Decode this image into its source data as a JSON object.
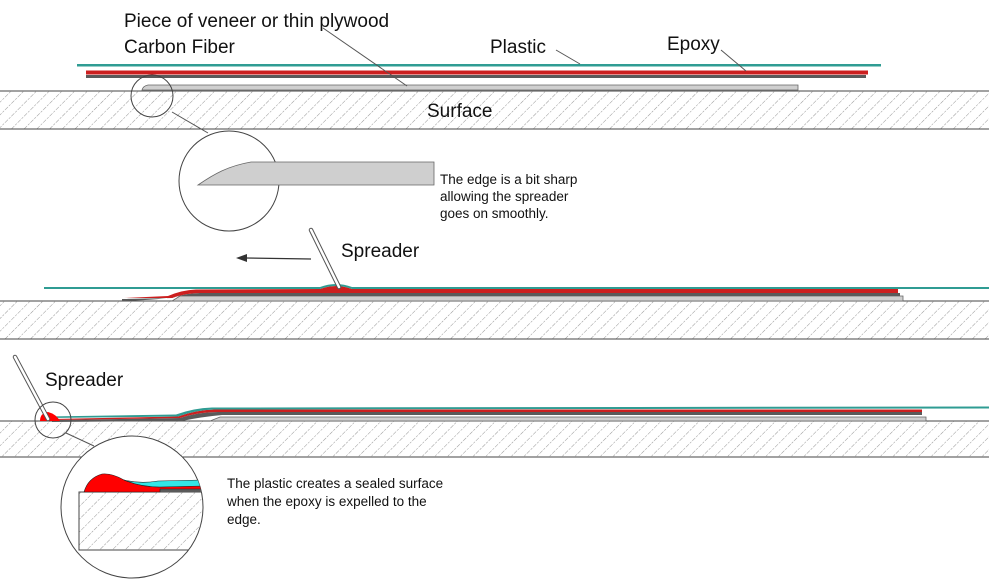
{
  "colors": {
    "background": "#ffffff",
    "plastic": "#2f9c93",
    "epoxy": "#cc1f1f",
    "carbon_fiber": "#5a5a5a",
    "veneer": "#cfcfcf",
    "epoxy_bright": "#ff0000",
    "plastic_bright": "#33e6e6",
    "surface_hatch": "#8a8a8a"
  },
  "labels": {
    "veneer": "Piece of veneer or thin plywood",
    "carbon_fiber": "Carbon Fiber",
    "plastic": "Plastic",
    "epoxy": "Epoxy",
    "surface": "Surface",
    "spreader_1": "Spreader",
    "spreader_2": "Spreader"
  },
  "notes": {
    "edge": [
      "The edge is a bit sharp",
      "allowing the spreader",
      "goes on smoothly."
    ],
    "sealed": [
      "The plastic creates a sealed surface",
      "when the epoxy is expelled to the",
      "edge."
    ]
  }
}
